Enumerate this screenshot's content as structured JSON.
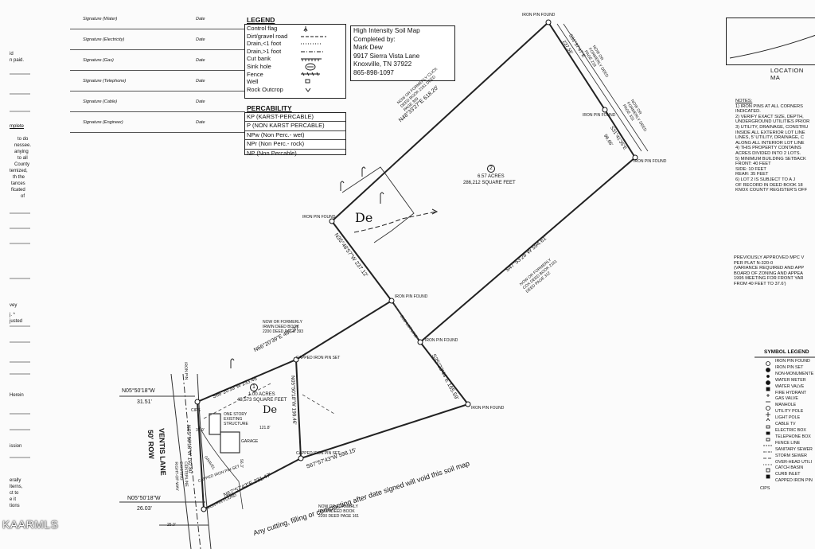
{
  "left_sheet": {
    "signature_rows": [
      {
        "label": "Signature (Water)",
        "date": "Date"
      },
      {
        "label": "Signature (Electricity)",
        "date": "Date"
      },
      {
        "label": "Signature (Gas)",
        "date": "Date"
      },
      {
        "label": "Signature (Telephone)",
        "date": "Date"
      },
      {
        "label": "Signature (Cable)",
        "date": "Date"
      },
      {
        "label": "Signature (Engineer)",
        "date": "Date"
      }
    ],
    "margin_fragments": [
      "id",
      "n paid.",
      "mplete",
      "to do",
      "nessee.",
      "anying",
      "to all",
      "County",
      "temized,",
      "th the",
      "tances",
      "ficated",
      "of",
      "vey",
      "j. *",
      "justed",
      "Herein",
      "ission",
      "erally",
      "lterns,",
      "ct to",
      "e it",
      "tions"
    ]
  },
  "legend": {
    "title": "LEGEND",
    "items": [
      "Control flag",
      "Dirt/gravel road",
      "Drain,<1 foot",
      "Drain,>1 foot",
      "Cut bank",
      "Sink hole",
      "Fence",
      "Well",
      "Rock Outcrop"
    ]
  },
  "percability": {
    "title": "PERCABILITY",
    "items": [
      "KP (KARST-PERCABLE)",
      "P (NON KARST PERCABLE)",
      "NPw (Non Perc.- wet)",
      "NPr (Non Perc.- rock)",
      "NP (Non Percable)"
    ]
  },
  "soil_map_info": {
    "lines": [
      "High Intensity Soil Map",
      "Completed by:",
      "Mark Dew",
      "9917 Sierra Vista Lane",
      "Knoxville, TN 37922",
      "865-898-1097"
    ]
  },
  "location_map": {
    "label": "LOCATION MA"
  },
  "notes": {
    "title": "NOTES:",
    "lines": [
      "1) IRON PINS AT ALL CORNERS",
      "INDICATED.",
      "2) VERIFY EXACT SIZE, DEPTH,",
      "UNDERGROUND UTILITIES PRIOR",
      "3) UTILITY, DRAINAGE, CONSTRU",
      "INSIDE ALL EXTERIOR LOT LINE",
      "LINES, 5' UTILITY, DRAINAGE, C",
      "ALONG ALL INTERIOR LOT LINE",
      "4) THIS PROPERTY CONTAINS",
      "ACRES DIVIDED INTO 2 LOTS.",
      "5) MINIMUM BUILDING SETBACK",
      "FRONT: 40 FEET",
      "SIDE: 10 FEET",
      "REAR: 35 FEET",
      "6) LOT 2 IS SUBJECT TO A J",
      "OF RECORD IN DEED BOOK 18",
      "KNOX COUNTY REGISTER'S OFF"
    ]
  },
  "mpc_note": {
    "lines": [
      "PREVIOUSLY APPROVED MPC V",
      "PER PLAT N-320-0",
      "(VARIANCE REQUIRED AND APP",
      "BOARD OF ZONING AND APPEA",
      "1995 MEETING FOR FRONT YAR",
      "FROM 40 FEET TO 37.6')"
    ]
  },
  "symbol_legend": {
    "title": "SYMBOL LEGEND",
    "items": [
      "IRON PIN FOUND",
      "IRON PIN SET",
      "NON-MONUMENTE",
      "WATER METER",
      "WATER VALVE",
      "FIRE HYDRANT",
      "GAS VALVE",
      "MANHOLE",
      "UTILITY POLE",
      "LIGHT POLE",
      "CABLE TV",
      "ELECTRIC BOX",
      "TELEPHONE BOX",
      "FENCE LINE",
      "SANITARY SEWER",
      "STORM SEWER",
      "OVER-HEAD UTILI",
      "CATCH BASIN",
      "CURB INLET",
      "CAPPED IRON PIN"
    ],
    "cips_label": "CIPS"
  },
  "plat": {
    "lot2": {
      "number": "2",
      "acres": "6.57 ACRES",
      "sqft": "286,212 SQUARE FEET"
    },
    "lot1": {
      "number": "1",
      "acres": "1.00 ACRES",
      "sqft": "43,573 SQUARE FEET"
    },
    "soil_labels": {
      "lot2": "De",
      "lot1": "De"
    },
    "bearings": {
      "north_line": "N48°33'27\"E 618.20'",
      "ne_top": "S31°37'47\"E",
      "ne_top_dist": "237.56'",
      "ne_mid": "S31°41'35\"E",
      "ne_mid_dist": "96.66'",
      "south_line": "S47°53'28\"W 594.61'",
      "west_line": "N35°48'57\"W 237.12'",
      "lot1_north": "N66°20'39\"E 467.37'",
      "lot1_inner": "S66°20'39\"W 233.48'",
      "lot1_east": "N05°50'18\"W 199.46'",
      "lot1_south": "S67°57'43\"W 598.15'",
      "lot1_sw": "N67°57'43\"E 231.47'",
      "lot1_west": "N05°50'18\"W 192.80'",
      "road_segment": "S35°23'44\"E 165.59'",
      "nw_road": "N05°50'18\"W",
      "nw_road_dist": "31.51'",
      "sw_road": "N05°50'18\"W",
      "sw_road_dist": "26.03'"
    },
    "pins": {
      "top": "IRON PIN FOUND",
      "ne_mid": "IRON PIN FOUND",
      "ne_low": "IRON PIN FOUND",
      "west": "IRON PIN FOUND",
      "road_mid": "IRON PIN FOUND",
      "road_low": "IRON PIN FOUND",
      "lot1_ne": "CAPPED IRON PIN SET",
      "lot1_se": "CAPPED IRON PIN SET",
      "lot1_sw": "CAPPED IRON PIN SET",
      "lot1_nw": "IRON PIN",
      "corner": "IRON PIN FOUND",
      "right_lower": "IRON PIN FOUND"
    },
    "deeds": {
      "north": "NOW OR FORMERLY CLICK DEED BOOK 2161 DEED PAGE 309",
      "ne_top": "NOW OR FORMERLY DEED PAGE 218",
      "ne_mid": "NOW OR FORMERLY DEED PAGE 331",
      "south": "NOW OR FORMERLY COX DEED BOOK 2161 DEED PAGE 312",
      "lot1_north": "NOW OR FORMERLY IRWIN DEED BOOK 2200 DEED PAGE 393",
      "lot1_south": "NOW OR FORMERLY IRWIN DEED BOOK 2200 DEED PAGE 161"
    },
    "road": {
      "name": "VENTIS LANE",
      "row": "50' ROW",
      "centerline": "CENTERLINE EXISTING RIGHT-OF-WAY",
      "old_lane": "OLD LOT LINE"
    },
    "structure": {
      "label": "ONE STORY EXISTING STRUCTURE",
      "garage": "GARAGE",
      "gravel": "GRAVEL",
      "dim1": "121.8'",
      "dim2": "37.9'",
      "dim3": "56.3'",
      "dim4": "25.0'"
    },
    "cips": "CIPS",
    "warning": "Any cutting, filling or compacting after date signed will void this soil map"
  },
  "brand": "KAARMLS"
}
